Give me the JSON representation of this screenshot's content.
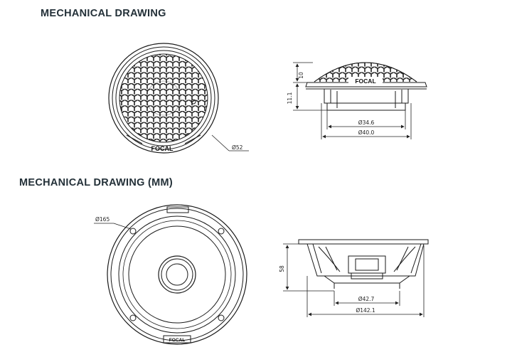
{
  "sections": [
    {
      "heading": "MECHANICAL DRAWING",
      "brand_label": "FOCAL",
      "dimensions": {
        "front_diameter": "Ø52",
        "top_height": "10",
        "body_height": "11.1",
        "inner_diameter": "Ø34.6",
        "outer_diameter": "Ø40.0"
      }
    },
    {
      "heading": "MECHANICAL DRAWING (MM)",
      "brand_label": "FOCAL",
      "dimensions": {
        "front_diameter": "Ø165",
        "depth": "58",
        "magnet_diameter": "Ø42.7",
        "cutout_diameter": "Ø142.1"
      }
    }
  ],
  "colors": {
    "line": "#1a1a1a",
    "heading": "#233038"
  }
}
